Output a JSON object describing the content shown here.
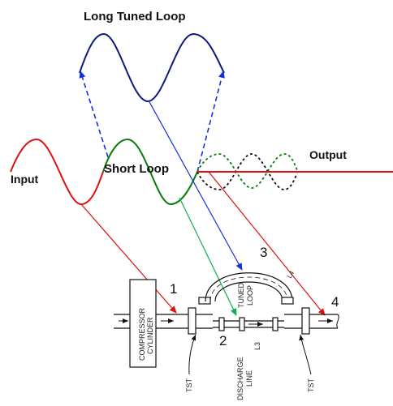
{
  "title": "Long Tuned Loop",
  "labels": {
    "input": "Input",
    "short_loop": "Short Loop",
    "output": "Output"
  },
  "numbers": {
    "n1": "1",
    "n2": "2",
    "n3": "3",
    "n4": "4"
  },
  "mechanical": {
    "compressor_line1": "COMPRESSOR",
    "compressor_line2": "CYLINDER",
    "tuned_line1": "TUNED",
    "tuned_line2": "LOOP",
    "l3": "L3",
    "l4": "L4",
    "discharge_line1": "DISCHARGE",
    "discharge_line2": "LINE",
    "tst_left": "TST",
    "tst_right": "TST"
  },
  "colors": {
    "input_wave": "#dd1111",
    "short_loop_wave": "#0a7a0a",
    "long_loop_wave": "#0b1a7a",
    "blue_arrow": "#1530d8",
    "green_arrow": "#10b050",
    "red_arrow": "#dd1111",
    "output_line": "#dd1111"
  }
}
